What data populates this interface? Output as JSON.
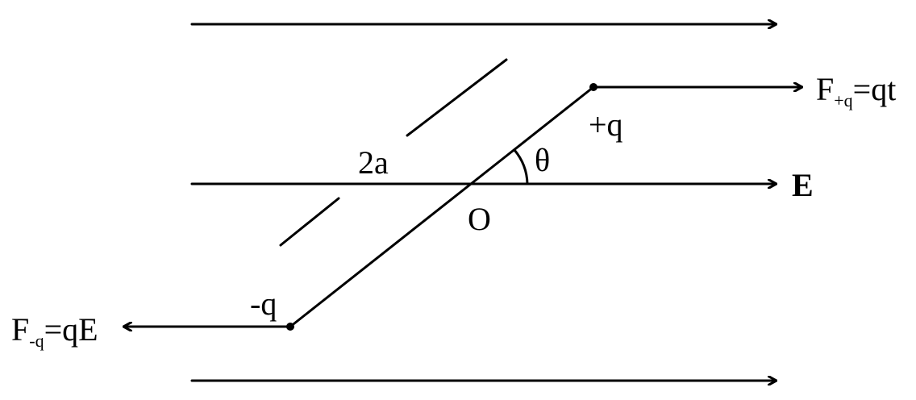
{
  "diagram": {
    "field_label": "E",
    "length_label": "2a",
    "angle_label": "θ",
    "origin_label": "O",
    "positive_charge_label": "+q",
    "negative_charge_label": "-q",
    "force_positive": {
      "main": "F",
      "sub": "+q",
      "rest": "=qt"
    },
    "force_negative": {
      "main": "F",
      "sub": "-q",
      "rest": "=qE"
    }
  }
}
